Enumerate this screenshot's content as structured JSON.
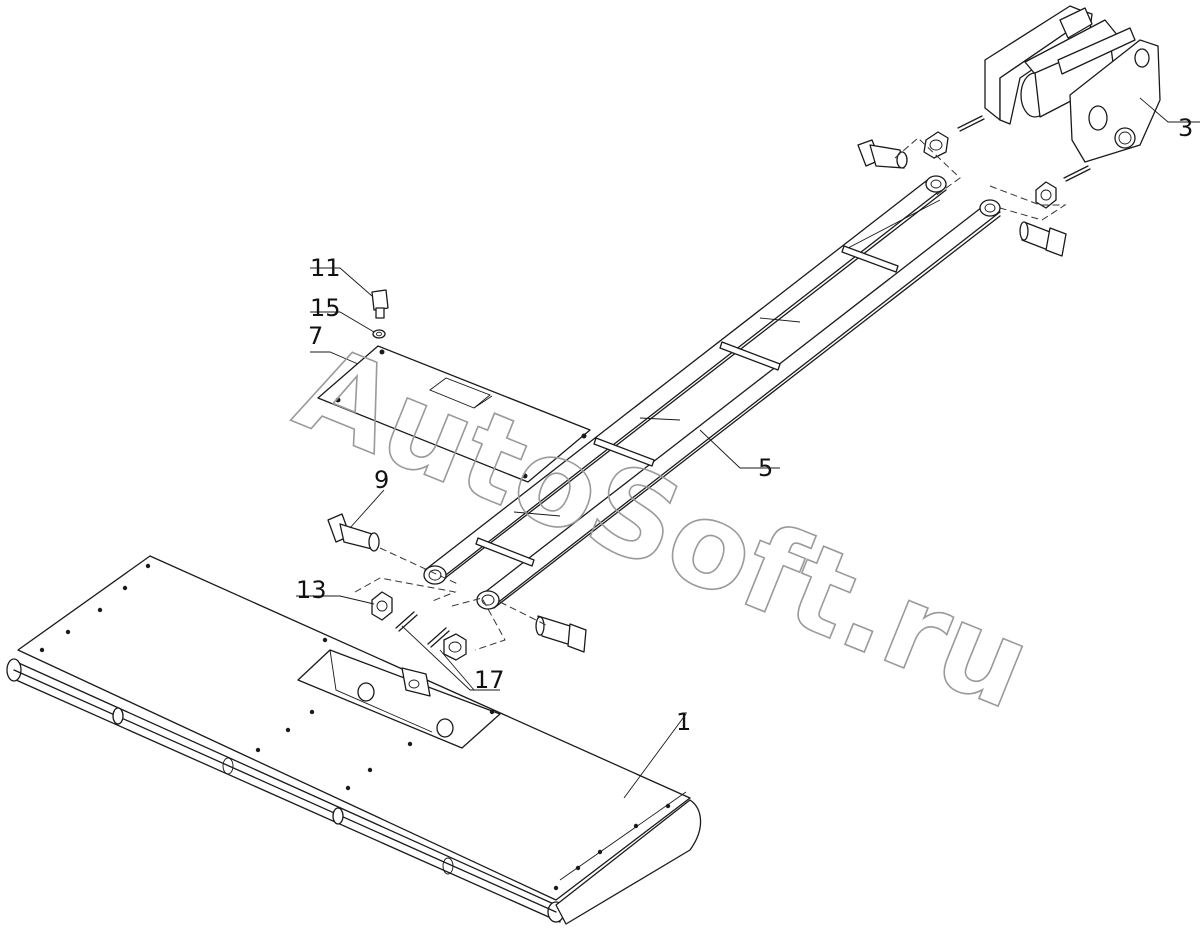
{
  "watermark": {
    "text": "AutoSoft.ru"
  },
  "callouts": [
    {
      "id": "1",
      "label": "1",
      "part": "blade"
    },
    {
      "id": "3",
      "label": "3",
      "part": "hitch-bracket"
    },
    {
      "id": "5",
      "label": "5",
      "part": "push-frame"
    },
    {
      "id": "7",
      "label": "7",
      "part": "cover-plate"
    },
    {
      "id": "9",
      "label": "9",
      "part": "pin"
    },
    {
      "id": "11",
      "label": "11",
      "part": "bolt"
    },
    {
      "id": "13",
      "label": "13",
      "part": "castle-nut"
    },
    {
      "id": "15",
      "label": "15",
      "part": "washer"
    },
    {
      "id": "17",
      "label": "17",
      "part": "cotter-pin"
    }
  ]
}
